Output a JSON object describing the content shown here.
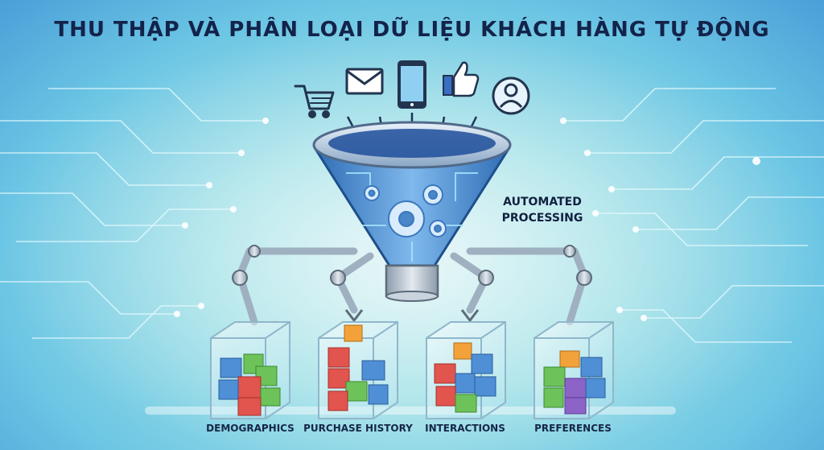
{
  "title": "THU THẬP VÀ PHÂN LOẠI DỮ LIỆU KHÁCH HÀNG TỰ ĐỘNG",
  "processing_label_line1": "AUTOMATED",
  "processing_label_line2": "PROCESSING",
  "input_icons": [
    "shopping-cart-icon",
    "envelope-icon",
    "smartphone-icon",
    "thumbs-up-icon",
    "user-profile-icon"
  ],
  "categories": [
    {
      "label": "DEMOGRAPHICS"
    },
    {
      "label": "PURCHASE HISTORY"
    },
    {
      "label": "INTERACTIONS"
    },
    {
      "label": "PREFERENCES"
    }
  ],
  "colors": {
    "title": "#13234a",
    "funnel": "#4a86c8",
    "robot_arm": "#9fb0c0",
    "cube_blue": "#4f8fd6",
    "cube_green": "#6dc35a",
    "cube_red": "#e2544e",
    "cube_orange": "#f3a23a",
    "cube_purple": "#8c64c8"
  }
}
